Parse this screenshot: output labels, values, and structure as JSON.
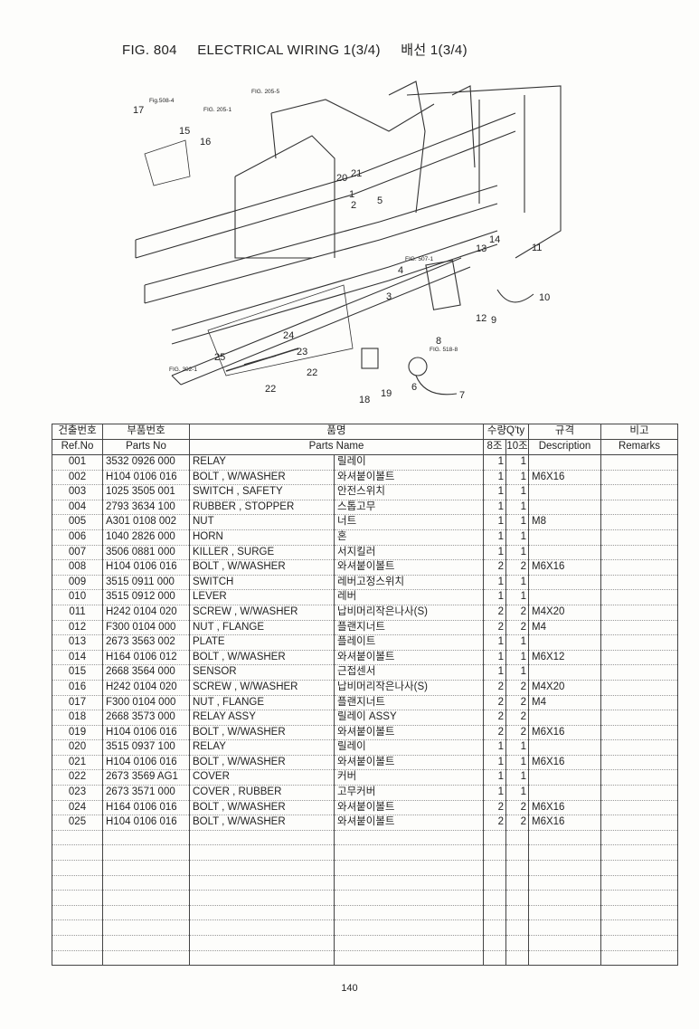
{
  "title": {
    "fig": "FIG. 804",
    "name": "ELECTRICAL WIRING 1(3/4)",
    "korean": "배선 1(3/4)"
  },
  "diagram": {
    "fig_refs": [
      "Fig.508-4",
      "FIG. 205-1",
      "FIG. 205-5",
      "FIG. 507-1",
      "FIG. 518-8",
      "FIG. 302-1"
    ],
    "callouts": [
      "1",
      "2",
      "3",
      "4",
      "5",
      "6",
      "7",
      "8",
      "9",
      "10",
      "11",
      "12",
      "13",
      "14",
      "15",
      "16",
      "17",
      "18",
      "19",
      "20",
      "21",
      "22",
      "22",
      "23",
      "24",
      "25"
    ]
  },
  "table": {
    "header_ko": {
      "ref": "건출번호",
      "parts_no": "부품번호",
      "name": "품명",
      "qty": "수량Q'ty",
      "desc": "규격",
      "remarks": "비고"
    },
    "header_en": {
      "ref": "Ref.No",
      "parts_no": "Parts No",
      "name": "Parts Name",
      "qty8": "8조",
      "qty10": "10조",
      "desc": "Description",
      "remarks": "Remarks"
    },
    "rows": [
      {
        "ref": "001",
        "no": "3532 0926 000",
        "en": "RELAY",
        "ko": "릴레이",
        "q8": "1",
        "q10": "1",
        "desc": ""
      },
      {
        "ref": "002",
        "no": "H104 0106 016",
        "en": "BOLT , W/WASHER",
        "ko": "와셔붙이볼트",
        "q8": "1",
        "q10": "1",
        "desc": "M6X16"
      },
      {
        "ref": "003",
        "no": "1025 3505 001",
        "en": "SWITCH , SAFETY",
        "ko": "안전스위치",
        "q8": "1",
        "q10": "1",
        "desc": ""
      },
      {
        "ref": "004",
        "no": "2793 3634 100",
        "en": "RUBBER , STOPPER",
        "ko": "스톱고무",
        "q8": "1",
        "q10": "1",
        "desc": ""
      },
      {
        "ref": "005",
        "no": "A301 0108 002",
        "en": "NUT",
        "ko": "너트",
        "q8": "1",
        "q10": "1",
        "desc": "M8"
      },
      {
        "ref": "006",
        "no": "1040 2826 000",
        "en": "HORN",
        "ko": "혼",
        "q8": "1",
        "q10": "1",
        "desc": ""
      },
      {
        "ref": "007",
        "no": "3506 0881 000",
        "en": "KILLER , SURGE",
        "ko": "서지킬러",
        "q8": "1",
        "q10": "1",
        "desc": ""
      },
      {
        "ref": "008",
        "no": "H104 0106 016",
        "en": "BOLT , W/WASHER",
        "ko": "와셔붙이볼트",
        "q8": "2",
        "q10": "2",
        "desc": "M6X16"
      },
      {
        "ref": "009",
        "no": "3515 0911 000",
        "en": "SWITCH",
        "ko": "레버고정스위치",
        "q8": "1",
        "q10": "1",
        "desc": ""
      },
      {
        "ref": "010",
        "no": "3515 0912 000",
        "en": "LEVER",
        "ko": "레버",
        "q8": "1",
        "q10": "1",
        "desc": ""
      },
      {
        "ref": "011",
        "no": "H242 0104 020",
        "en": "SCREW , W/WASHER",
        "ko": "납비머리작은나사(S)",
        "q8": "2",
        "q10": "2",
        "desc": "M4X20"
      },
      {
        "ref": "012",
        "no": "F300 0104 000",
        "en": "NUT , FLANGE",
        "ko": "플랜지너트",
        "q8": "2",
        "q10": "2",
        "desc": "M4"
      },
      {
        "ref": "013",
        "no": "2673 3563 002",
        "en": "PLATE",
        "ko": "플레이트",
        "q8": "1",
        "q10": "1",
        "desc": ""
      },
      {
        "ref": "014",
        "no": "H164 0106 012",
        "en": "BOLT , W/WASHER",
        "ko": "와셔붙이볼트",
        "q8": "1",
        "q10": "1",
        "desc": "M6X12"
      },
      {
        "ref": "015",
        "no": "2668 3564 000",
        "en": "SENSOR",
        "ko": "근접센서",
        "q8": "1",
        "q10": "1",
        "desc": ""
      },
      {
        "ref": "016",
        "no": "H242 0104 020",
        "en": "SCREW , W/WASHER",
        "ko": "납비머리작은나사(S)",
        "q8": "2",
        "q10": "2",
        "desc": "M4X20"
      },
      {
        "ref": "017",
        "no": "F300 0104 000",
        "en": "NUT , FLANGE",
        "ko": "플랜지너트",
        "q8": "2",
        "q10": "2",
        "desc": "M4"
      },
      {
        "ref": "018",
        "no": "2668 3573 000",
        "en": "RELAY ASSY",
        "ko": "릴레이 ASSY",
        "q8": "2",
        "q10": "2",
        "desc": ""
      },
      {
        "ref": "019",
        "no": "H104 0106 016",
        "en": "BOLT , W/WASHER",
        "ko": "와셔붙이볼트",
        "q8": "2",
        "q10": "2",
        "desc": "M6X16"
      },
      {
        "ref": "020",
        "no": "3515 0937 100",
        "en": "RELAY",
        "ko": "릴레이",
        "q8": "1",
        "q10": "1",
        "desc": ""
      },
      {
        "ref": "021",
        "no": "H104 0106 016",
        "en": "BOLT , W/WASHER",
        "ko": "와셔붙이볼트",
        "q8": "1",
        "q10": "1",
        "desc": "M6X16"
      },
      {
        "ref": "022",
        "no": "2673 3569 AG1",
        "en": "COVER",
        "ko": "커버",
        "q8": "1",
        "q10": "1",
        "desc": ""
      },
      {
        "ref": "023",
        "no": "2673 3571 000",
        "en": "COVER , RUBBER",
        "ko": "고무커버",
        "q8": "1",
        "q10": "1",
        "desc": ""
      },
      {
        "ref": "024",
        "no": "H164 0106 016",
        "en": "BOLT , W/WASHER",
        "ko": "와셔붙이볼트",
        "q8": "2",
        "q10": "2",
        "desc": "M6X16"
      },
      {
        "ref": "025",
        "no": "H104 0106 016",
        "en": "BOLT , W/WASHER",
        "ko": "와셔붙이볼트",
        "q8": "2",
        "q10": "2",
        "desc": "M6X16"
      }
    ]
  },
  "page_number": "140"
}
